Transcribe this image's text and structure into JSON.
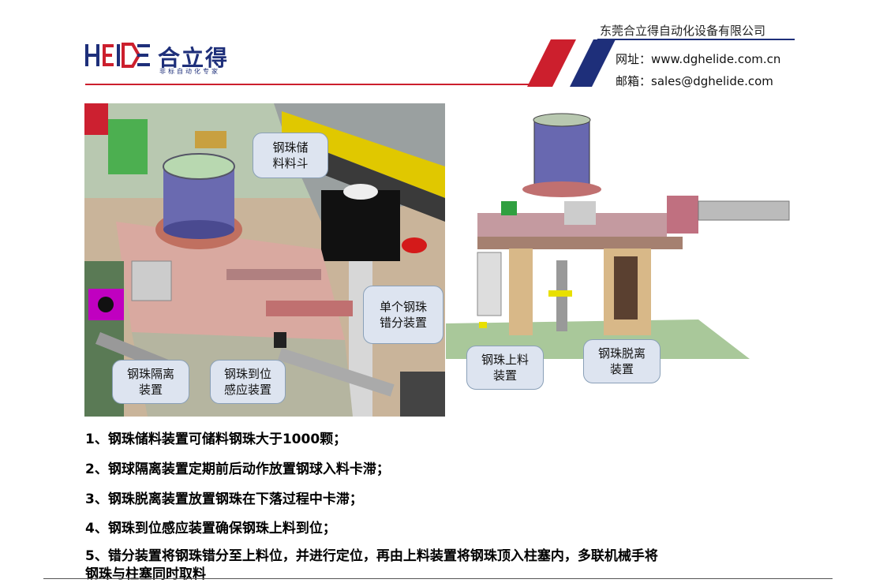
{
  "header": {
    "logo_letters": "HEIDE",
    "logo_chinese": "合立得",
    "logo_tagline": "非标自动化专家",
    "company_name": "东莞合立得自动化设备有限公司",
    "website": "网址：www.dghelide.com.cn",
    "email": "邮箱：sales@dghelide.com"
  },
  "colors": {
    "brand_red": "#cc1f2d",
    "brand_blue": "#1e2f7a",
    "callout_bg": "#dde4f0"
  },
  "figure_left": {
    "callouts": [
      "钢珠储\n料料斗",
      "单个钢珠\n错分装置",
      "钢珠隔离\n装置",
      "钢珠到位\n感应装置"
    ]
  },
  "figure_right": {
    "callouts": [
      "钢珠上料\n装置",
      "钢珠脱离\n装置"
    ]
  },
  "items": [
    "1、钢珠储料装置可储料钢珠大于1000颗；",
    "2、钢球隔离装置定期前后动作放置钢球入料卡滞；",
    "3、钢珠脱离装置放置钢珠在下落过程中卡滞；",
    "4、钢珠到位感应装置确保钢珠上料到位；",
    "5、错分装置将钢珠错分至上料位，并进行定位，再由上料装置将钢珠顶入柱塞内，多联机械手将",
    "钢珠与柱塞同时取料"
  ]
}
